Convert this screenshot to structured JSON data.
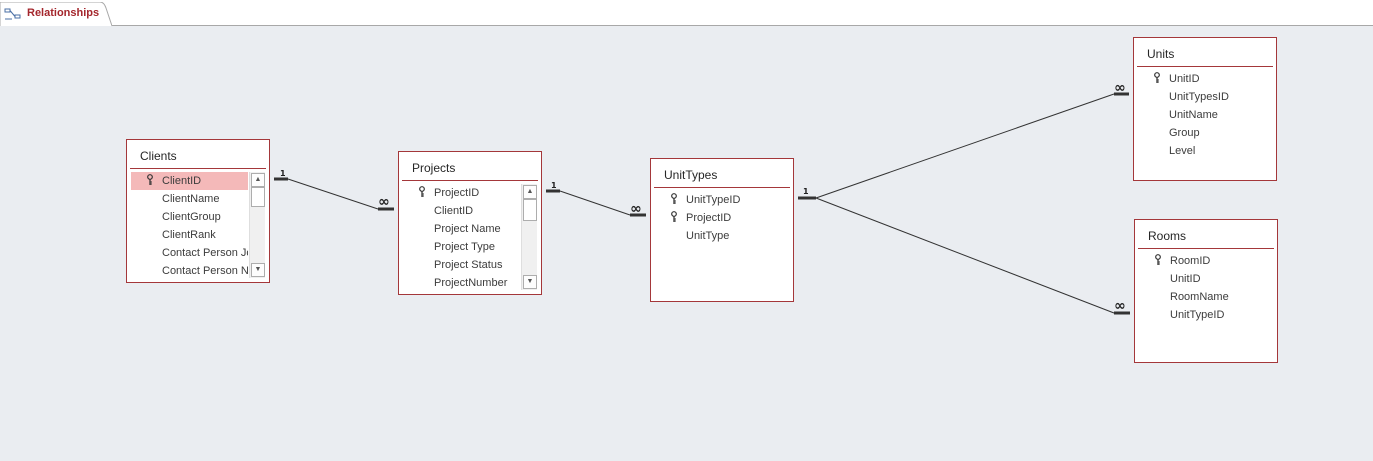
{
  "tab": {
    "label": "Relationships",
    "icon": "relationships-icon"
  },
  "tables": {
    "clients": {
      "title": "Clients",
      "fields": [
        {
          "name": "ClientID",
          "key": true,
          "selected": true
        },
        {
          "name": "ClientName"
        },
        {
          "name": "ClientGroup"
        },
        {
          "name": "ClientRank"
        },
        {
          "name": "Contact Person Jo"
        },
        {
          "name": "Contact Person N"
        }
      ]
    },
    "projects": {
      "title": "Projects",
      "fields": [
        {
          "name": "ProjectID",
          "key": true
        },
        {
          "name": "ClientID"
        },
        {
          "name": "Project Name"
        },
        {
          "name": "Project Type"
        },
        {
          "name": "Project Status"
        },
        {
          "name": "ProjectNumber"
        }
      ]
    },
    "unittypes": {
      "title": "UnitTypes",
      "fields": [
        {
          "name": "UnitTypeID",
          "key": true
        },
        {
          "name": "ProjectID",
          "key": true
        },
        {
          "name": "UnitType"
        }
      ]
    },
    "units": {
      "title": "Units",
      "fields": [
        {
          "name": "UnitID",
          "key": true
        },
        {
          "name": "UnitTypesID"
        },
        {
          "name": "UnitName"
        },
        {
          "name": "Group"
        },
        {
          "name": "Level"
        }
      ]
    },
    "rooms": {
      "title": "Rooms",
      "fields": [
        {
          "name": "RoomID",
          "key": true
        },
        {
          "name": "UnitID"
        },
        {
          "name": "RoomName"
        },
        {
          "name": "UnitTypeID"
        }
      ]
    }
  },
  "relationships": [
    {
      "from": "Clients",
      "to": "Projects",
      "one": "1",
      "many": "∞"
    },
    {
      "from": "Projects",
      "to": "UnitTypes",
      "one": "1",
      "many": "∞"
    },
    {
      "from": "UnitTypes",
      "to": "Units",
      "one": "1",
      "many": "∞"
    },
    {
      "from": "UnitTypes",
      "to": "Rooms",
      "one": "1",
      "many": "∞"
    }
  ],
  "colors": {
    "tab_text": "#a4262c",
    "table_border": "#a4373a",
    "selected_row": "#f4b9b9",
    "canvas": "#eaedf1"
  }
}
